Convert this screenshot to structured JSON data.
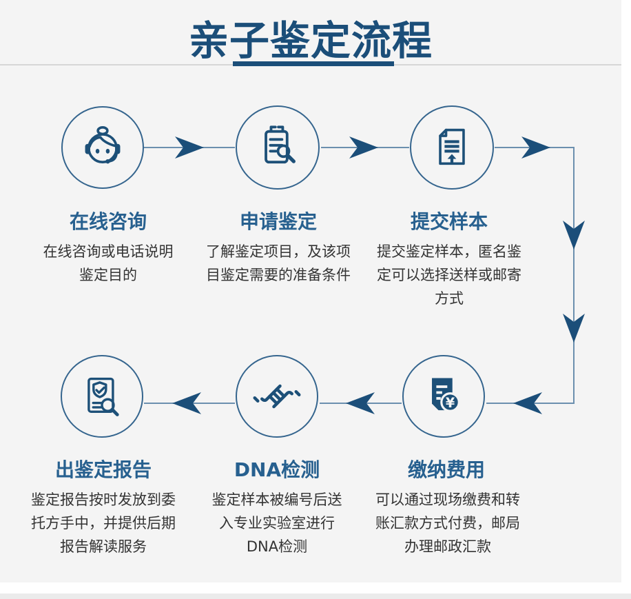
{
  "page": {
    "title": "亲子鉴定流程"
  },
  "colors": {
    "background": "#f4f4f4",
    "title_blue": "#1b4e79",
    "step_title_blue": "#27608f",
    "icon_stroke_blue": "#1d5078",
    "connector_line": "#6b8fae",
    "arrowhead": "#1b4e79",
    "body_text": "#333333"
  },
  "steps": [
    {
      "id": 1,
      "title": "在线咨询",
      "icon": "customer-service-icon",
      "description": [
        "在线咨询或电话说明",
        "鉴定目的"
      ]
    },
    {
      "id": 2,
      "title": "申请鉴定",
      "icon": "clipboard-magnifier-icon",
      "description": [
        "了解鉴定项目，及该项",
        "目鉴定需要的准备条件"
      ]
    },
    {
      "id": 3,
      "title": "提交样本",
      "icon": "document-upload-icon",
      "description": [
        "提交鉴定样本，匿名鉴",
        "定可以选择送样或邮寄",
        "方式"
      ]
    },
    {
      "id": 4,
      "title": "缴纳费用",
      "icon": "payment-receipt-icon",
      "icon_symbol": "¥",
      "description": [
        "可以通过现场缴费和转",
        "账汇款方式付费，邮局",
        "办理邮政汇款"
      ]
    },
    {
      "id": 5,
      "title": "DNA检测",
      "icon": "dna-icon",
      "description": [
        "鉴定样本被编号后送",
        "入专业实验室进行",
        "DNA检测"
      ]
    },
    {
      "id": 6,
      "title": "出鉴定报告",
      "icon": "report-shield-icon",
      "description": [
        "鉴定报告按时发放到委",
        "托方手中，并提供后期",
        "报告解读服务"
      ]
    }
  ]
}
